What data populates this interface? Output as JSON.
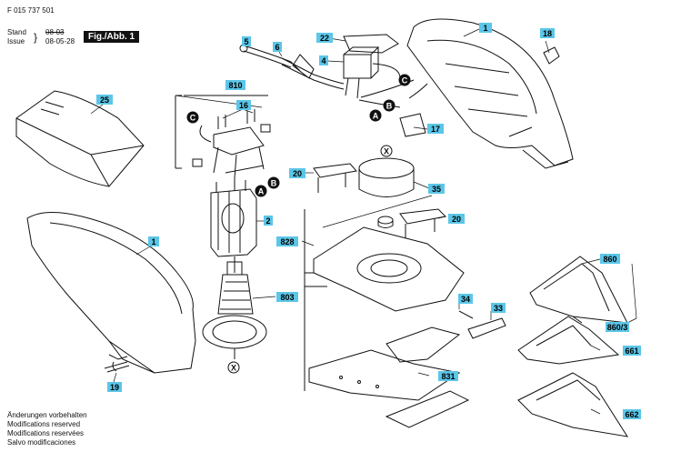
{
  "header": {
    "doc_number": "F 015 737 501",
    "stand_label": "Stand",
    "stand_value": "08-03",
    "issue_label": "Issue",
    "issue_value": "08-05-28",
    "figure_title": "Fig./Abb. 1"
  },
  "notes": [
    "Änderungen vorbehalten",
    "Modifications reserved",
    "Modifications reservées",
    "Salvo modificaciones"
  ],
  "part_labels": [
    {
      "id": "p1a",
      "text": "1"
    },
    {
      "id": "p18",
      "text": "18"
    },
    {
      "id": "p22",
      "text": "22"
    },
    {
      "id": "p5",
      "text": "5"
    },
    {
      "id": "p6",
      "text": "6"
    },
    {
      "id": "p4",
      "text": "4"
    },
    {
      "id": "p25",
      "text": "25"
    },
    {
      "id": "p810",
      "text": "810"
    },
    {
      "id": "p16",
      "text": "16"
    },
    {
      "id": "p17",
      "text": "17"
    },
    {
      "id": "p20a",
      "text": "20"
    },
    {
      "id": "p35",
      "text": "35"
    },
    {
      "id": "p2",
      "text": "2"
    },
    {
      "id": "p20b",
      "text": "20"
    },
    {
      "id": "p1b",
      "text": "1"
    },
    {
      "id": "p828",
      "text": "828"
    },
    {
      "id": "p803",
      "text": "803"
    },
    {
      "id": "p34",
      "text": "34"
    },
    {
      "id": "p33",
      "text": "33"
    },
    {
      "id": "p860",
      "text": "860"
    },
    {
      "id": "p8603",
      "text": "860/3"
    },
    {
      "id": "p661",
      "text": "661"
    },
    {
      "id": "p831",
      "text": "831"
    },
    {
      "id": "p19",
      "text": "19"
    },
    {
      "id": "p662",
      "text": "662"
    }
  ],
  "connector_markers": [
    {
      "id": "mC1",
      "text": "C"
    },
    {
      "id": "mC2",
      "text": "C"
    },
    {
      "id": "mA1",
      "text": "A"
    },
    {
      "id": "mB1",
      "text": "B"
    },
    {
      "id": "mA2",
      "text": "A"
    },
    {
      "id": "mB2",
      "text": "B"
    },
    {
      "id": "mX1",
      "text": "X"
    },
    {
      "id": "mX2",
      "text": "X"
    }
  ],
  "colors": {
    "label_fill": "#5bc6e8",
    "line": "#111111"
  }
}
